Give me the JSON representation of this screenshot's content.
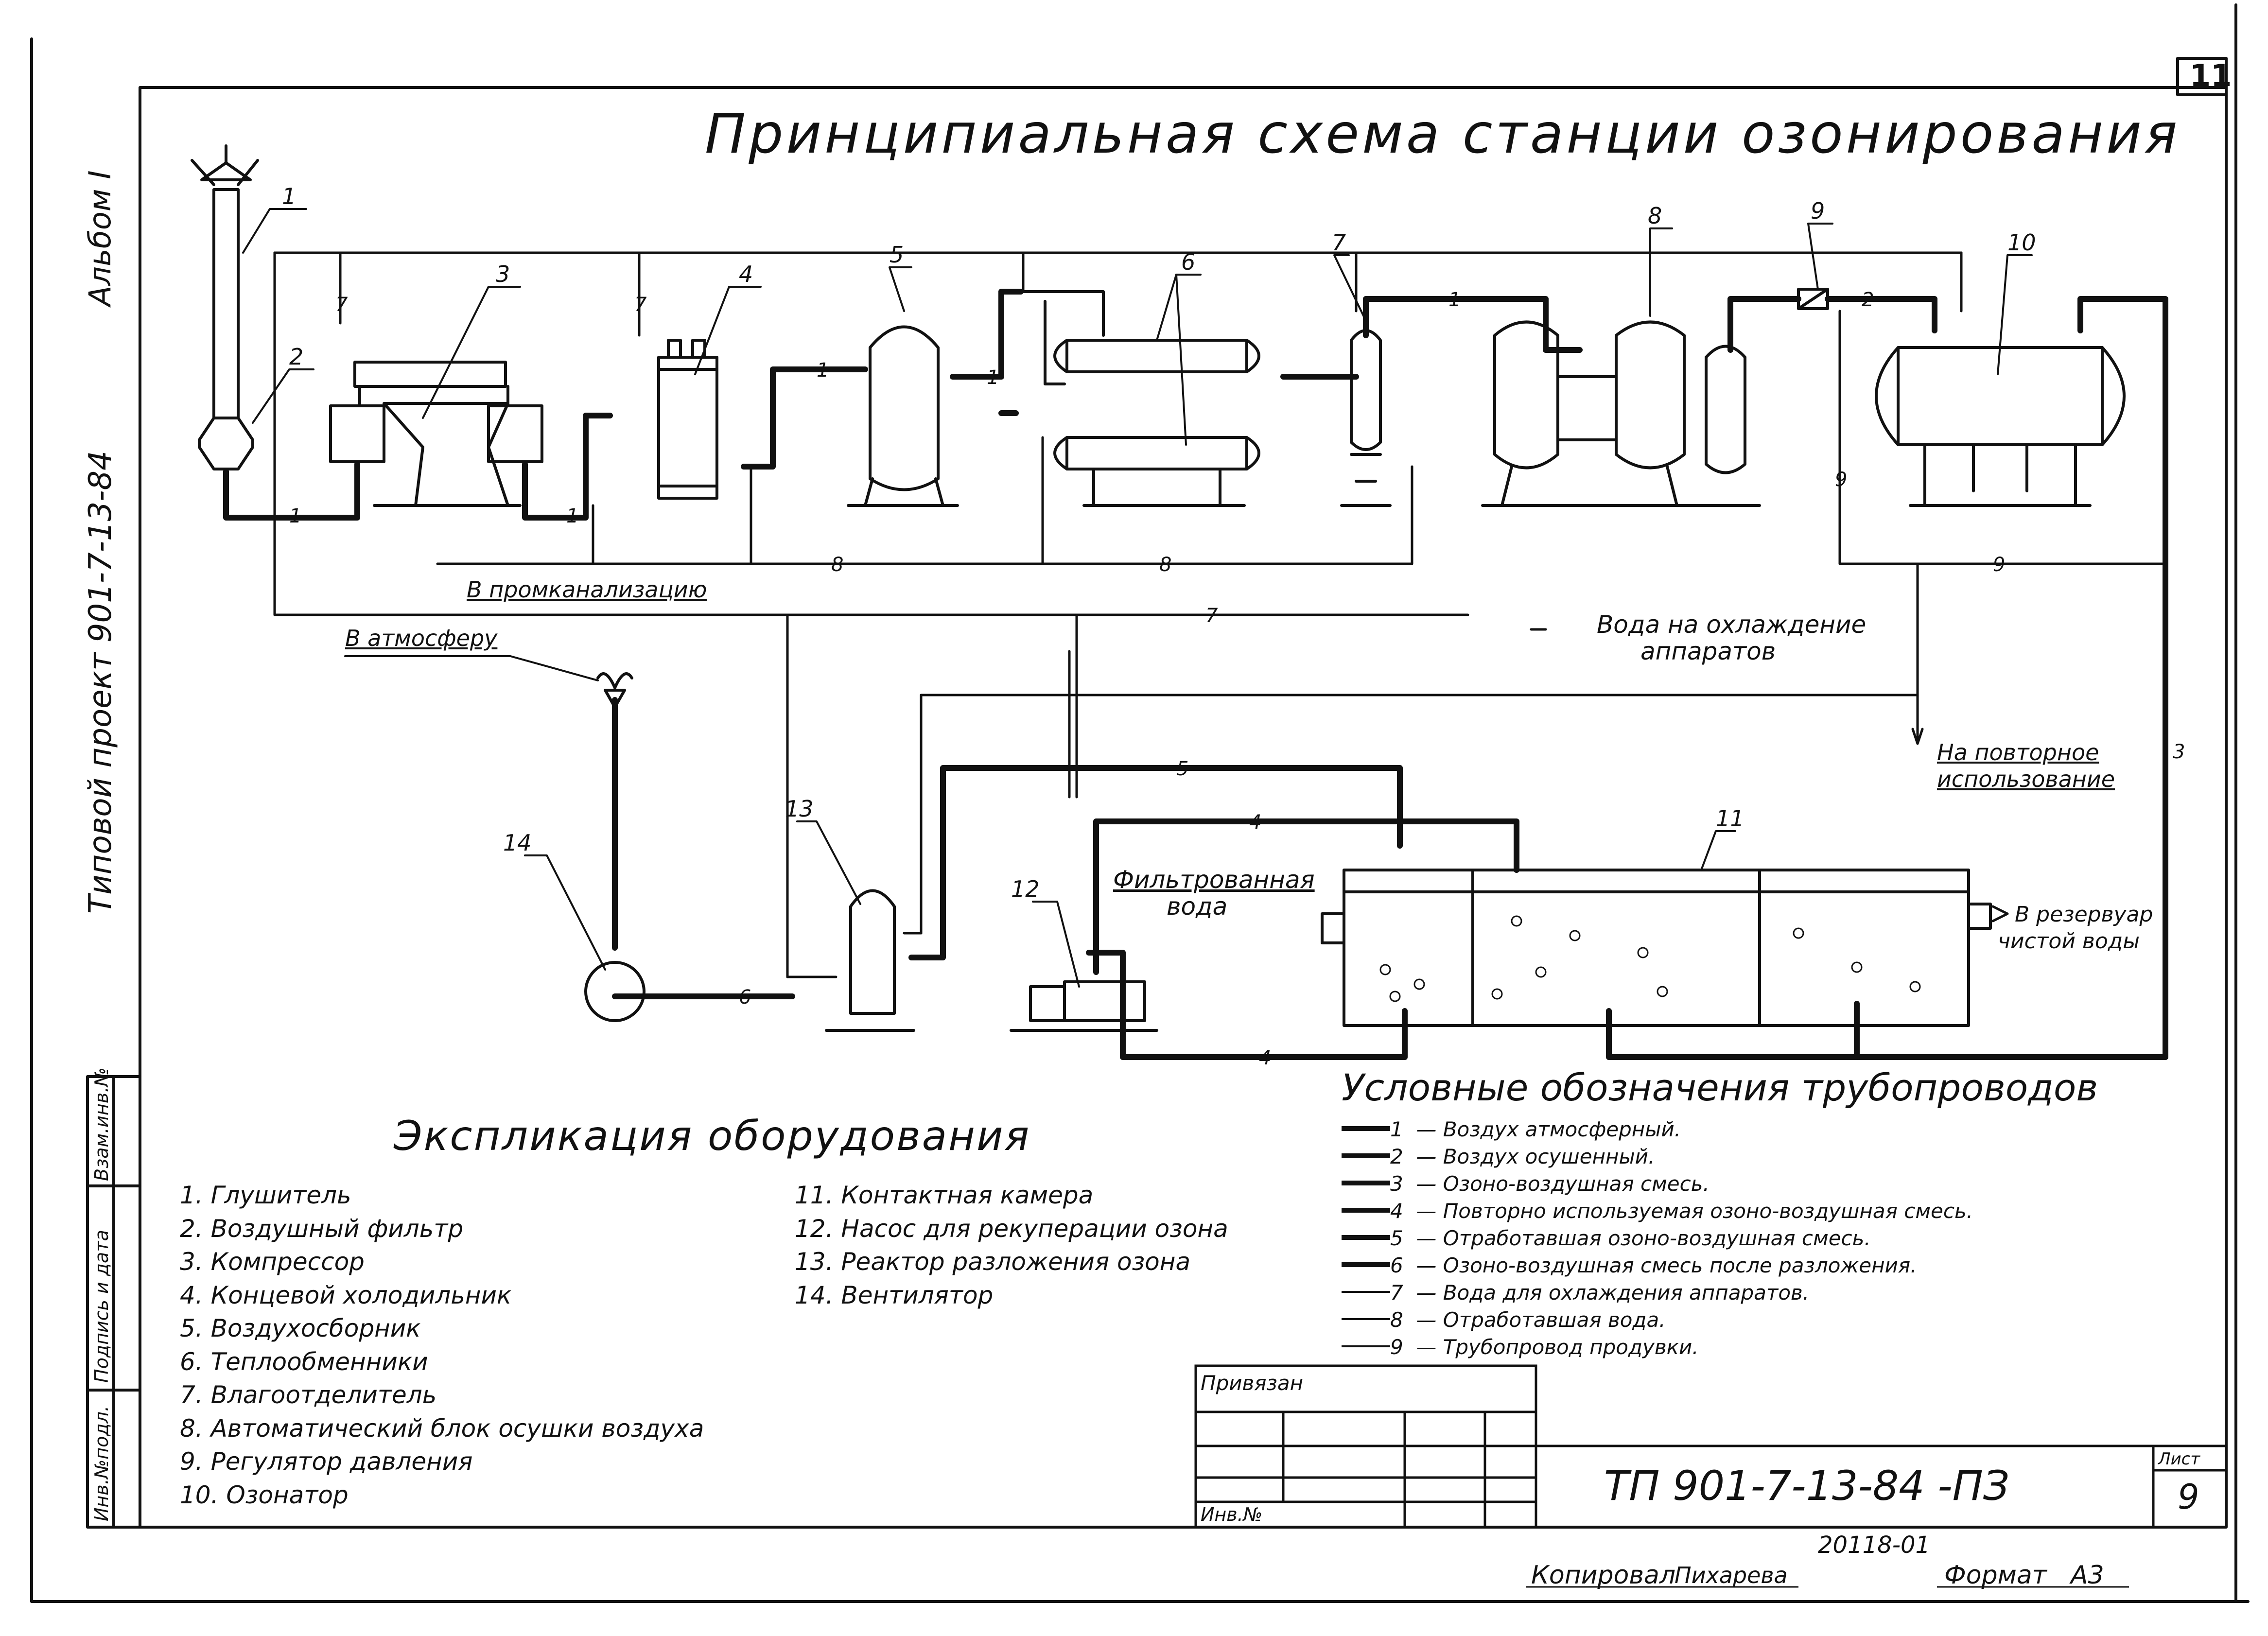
{
  "sheet_number": "11",
  "title": "Принципиальная схема станции озонирования",
  "side": {
    "album": "Альбом I",
    "project": "Типовой проект 901-7-13-84",
    "stamp_cells": [
      "Инв.№подл.",
      "Подпись и дата",
      "Взам.инв.№"
    ]
  },
  "equipment_numbers": [
    "1",
    "2",
    "3",
    "4",
    "5",
    "6",
    "7",
    "8",
    "9",
    "10",
    "11",
    "12",
    "13",
    "14"
  ],
  "pipe_labels": [
    "1",
    "2",
    "3",
    "4",
    "5",
    "6",
    "7",
    "8",
    "9"
  ],
  "notes": {
    "to_sewer": "В промканализацию",
    "to_atmosphere": "В атмосферу",
    "cooling_water": [
      "Вода на охлаждение",
      "аппаратов"
    ],
    "reuse": [
      "На повторное",
      "использование"
    ],
    "filtered_water": [
      "Фильтрованная",
      "вода"
    ],
    "to_clean_water_tank": [
      "В резервуар",
      "чистой воды"
    ]
  },
  "explication": {
    "heading": "Экспликация оборудования",
    "col1": [
      "1. Глушитель",
      "2. Воздушный фильтр",
      "3. Компрессор",
      "4. Концевой холодильник",
      "5. Воздухосборник",
      "6. Теплообменники",
      "7. Влагоотделитель",
      "8. Автоматический блок осушки воздуха",
      "9. Регулятор давления",
      "10. Озонатор"
    ],
    "col2": [
      "11. Контактная камера",
      "12. Насос для рекуперации озона",
      "13. Реактор разложения озона",
      "14. Вентилятор"
    ]
  },
  "legend": {
    "heading": "Условные обозначения трубопроводов",
    "items": [
      {
        "num": "1",
        "text": "Воздух атмосферный."
      },
      {
        "num": "2",
        "text": "Воздух осушенный."
      },
      {
        "num": "3",
        "text": "Озоно-воздушная смесь."
      },
      {
        "num": "4",
        "text": "Повторно используемая озоно-воздушная смесь."
      },
      {
        "num": "5",
        "text": "Отработавшая озоно-воздушная смесь."
      },
      {
        "num": "6",
        "text": "Озоно-воздушная смесь после разложения."
      },
      {
        "num": "7",
        "text": "Вода для охлаждения аппаратов."
      },
      {
        "num": "8",
        "text": "Отработавшая вода."
      },
      {
        "num": "9",
        "text": "Трубопровод продувки."
      }
    ]
  },
  "title_block": {
    "attached": "Привязан",
    "inv_no": "Инв.№",
    "doc_code": "ТП 901-7-13-84 -ПЗ",
    "sheet_label": "Лист",
    "sheet_value": "9",
    "order_no": "20118-01",
    "copied_label": "Копировал",
    "copied_name": "Пихарева",
    "format_label": "Формат",
    "format_value": "А3"
  }
}
